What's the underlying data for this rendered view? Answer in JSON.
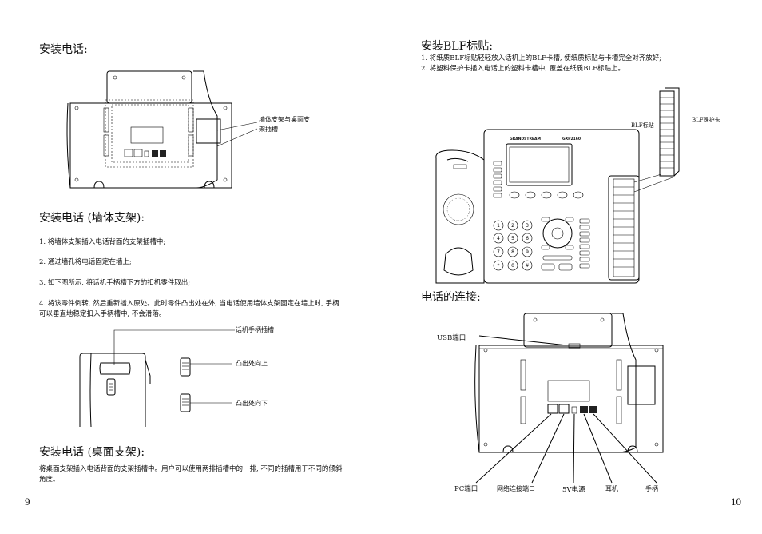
{
  "left_page": {
    "install_title": "安装电话:",
    "wall_slot_label": "墙体支架与桌面支架插槽",
    "wall_title": "安装电话 (墙体支架):",
    "wall_steps": [
      "1. 将墙体支架插入电话背面的支架插槽中;",
      "2. 通过墙孔将电话固定在墙上;",
      "3. 如下图所示, 将话机手柄槽下方的扣机零件取出;",
      "4. 将该零件倒转, 然后重新插入原处。此时零件凸出处在外, 当电话使用墙体支架固定在墙上时, 手柄可以垂直地稳定扣入手柄槽中, 不会滑落。"
    ],
    "hook_slot_label": "话机手柄插槽",
    "tab_up_label": "凸出处向上",
    "tab_down_label": "凸出处向下",
    "desk_title": "安装电话 (桌面支架):",
    "desk_text": "将桌面支架插入电话背面的支架插槽中。用户可以使用两排插槽中的一排, 不同的插槽用于不同的倾斜角度。",
    "page_number": "9"
  },
  "right_page": {
    "blf_title": "安装BLF标贴:",
    "blf_steps": [
      "1. 将纸质BLF标贴轻轻放入话机上的BLF卡槽, 使纸质标贴与卡槽完全对齐放好;",
      "2. 将塑料保护卡插入电话上的塑料卡槽中, 覆盖在纸质BLF标贴上。"
    ],
    "blf_label": "BLF标贴",
    "blf_cover_label": "BLF保护卡",
    "phone_brand": "GRANDSTREAM",
    "phone_model": "GXP2160",
    "connect_title": "电话的连接:",
    "usb_label": "USB端口",
    "pc_label": "PC端口",
    "net_label": "网络连接端口",
    "power_label": "5V电源",
    "headset_label": "耳机",
    "handset_label": "手柄",
    "page_number": "10"
  }
}
